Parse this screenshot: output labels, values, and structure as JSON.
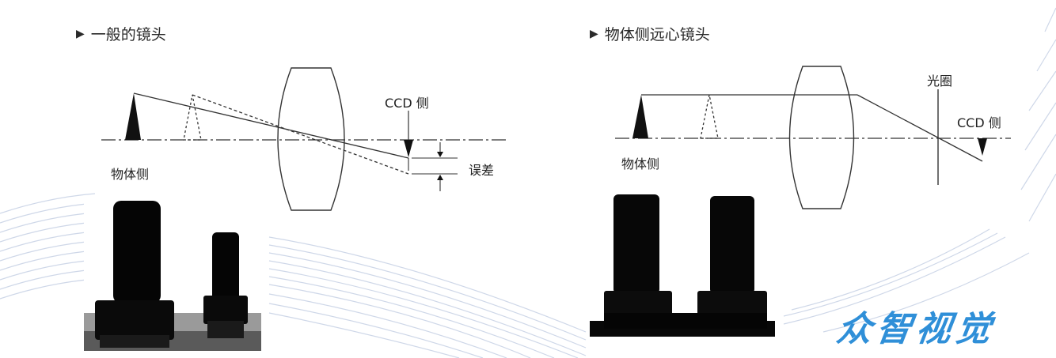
{
  "left": {
    "heading": "一般的镜头",
    "label_ccd": "CCD 侧",
    "label_object": "物体侧",
    "label_error": "误差"
  },
  "right": {
    "heading": "物体侧远心镜头",
    "label_aperture": "光圈",
    "label_ccd": "CCD 侧",
    "label_object": "物体侧"
  },
  "logo": "众智视觉",
  "colors": {
    "logo": "#2f8fd8",
    "stripes": "#c9d3e6",
    "line": "#333333"
  },
  "icons": {
    "heading_bullet": "▶"
  }
}
